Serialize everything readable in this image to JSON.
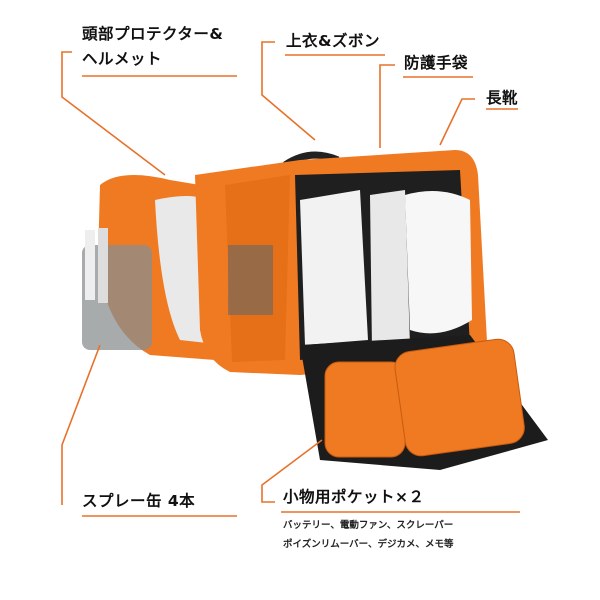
{
  "colors": {
    "accent": "#e8712a",
    "bag": "#f07a22",
    "bag_dark": "#c85a10",
    "lining": "#e6e6e6"
  },
  "labels": {
    "helmet": {
      "line1": "頭部プロテクター&",
      "line2": "ヘルメット"
    },
    "clothes": "上衣&ズボン",
    "gloves": "防護手袋",
    "boots": "長靴",
    "spray": "スプレー缶 4本",
    "pockets": {
      "title": "小物用ポケット×２",
      "desc1": "バッテリー、電動ファン、スクレーパー",
      "desc2": "ポイズンリムーバー、デジカメ、メモ等"
    }
  }
}
